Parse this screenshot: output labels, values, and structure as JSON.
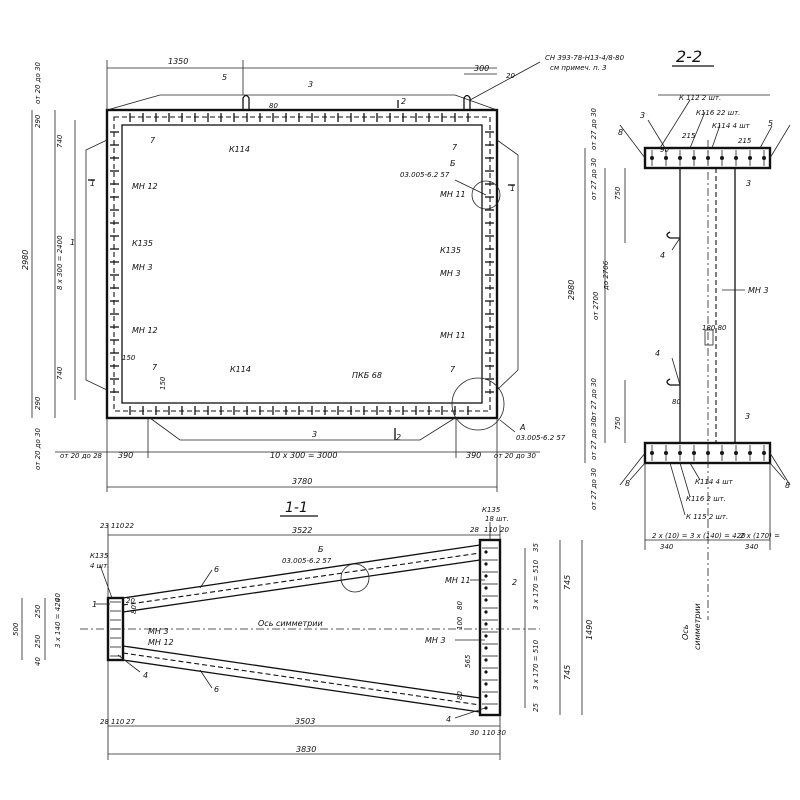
{
  "plan": {
    "dim_top_1350": "1350",
    "dim_top_300": "300",
    "mark_5": "5",
    "mark_3_top": "3",
    "mark_80": "80",
    "mark_2_top": "2",
    "mark_20": "20",
    "ref_note_1": "СН 393-78-Н13-4/8-80",
    "ref_note_2": "см примеч. п. 3",
    "mark_7_tl": "7",
    "mark_7_tr": "7",
    "label_k114_top": "К114",
    "label_b": "Б",
    "ref_b": "03.005-6.2 57",
    "label_mn11_top": "МН 11",
    "label_mn12_top": "МН 12",
    "label_k135_left": "К135",
    "label_mn3_left": "МН 3",
    "label_k135_right": "К135",
    "label_mn3_right": "МН 3",
    "label_mn12_bottom": "МН 12",
    "label_mn11_bottom": "МН 11",
    "mark_1_left": "1",
    "mark_1_right": "1",
    "mark_1_axis": "1",
    "mark_150_a": "150",
    "mark_150_b": "150",
    "mark_7_bl": "7",
    "label_k114_bottom": "К114",
    "label_pkb68": "ПКБ 68",
    "mark_7_br": "7",
    "label_a": "А",
    "ref_a": "03.005-6.2 57",
    "mark_3_bottom": "3",
    "mark_2_bottom": "2",
    "dim_left_20_30_top": "от 20 до 30",
    "dim_left_290": "290",
    "dim_left_740_top": "740",
    "dim_left_2980": "2980",
    "dim_left_8x300": "8 х 300 = 2400",
    "dim_left_740_bottom": "740",
    "dim_left_290_bottom": "290",
    "dim_left_20_30_bottom": "от 20 до 30",
    "dim_bottom_left": "от 20 до 28",
    "dim_bottom_390_l": "390",
    "dim_bottom_mid": "10 х 300 = 3000",
    "dim_bottom_390_r": "390",
    "dim_bottom_right": "от 20 до 30",
    "dim_bottom_total": "3780"
  },
  "section22": {
    "title": "2-2",
    "k112": "К 112 2 шт.",
    "k116": "К116 22 шт.",
    "k114": "К114 4 шт",
    "mark_3": "3",
    "mark_8_l": "8",
    "mark_5": "5",
    "dim_215_a": "215",
    "dim_215_b": "215",
    "dim_90": "90",
    "mark_3_mid": "3",
    "dim_27_30_a": "от 27 до 30",
    "dim_27_30_b": "от 27 до 30",
    "dim_750_top": "750",
    "mark_4_top": "4",
    "dim_2980": "2980",
    "dim_2700": "от 2700",
    "dim_2706": "до 2706",
    "label_mn3": "МН 3",
    "dim_180": "180 80",
    "mark_4_bottom": "4",
    "dim_27_30_c": "от 27 до 30",
    "dim_80": "80",
    "mark_3_bottom": "3",
    "dim_750_bottom": "750",
    "dim_27_30_d": "от 27 до 30",
    "mark_8_bl": "8",
    "mark_8_br": "8",
    "k114_b": "К114 4 шт",
    "k116_b": "К116 2 шт.",
    "k115_b": "К 115 2 шт.",
    "dim_bottom_a": "2 х (10) =",
    "dim_bottom_b": "3 х (140) = 420",
    "dim_bottom_c": "2 х (170) =",
    "dim_340_l": "340",
    "dim_340_r": "340",
    "dim_27_30_e": "от 27 до 30",
    "axis_label_1": "Ось",
    "axis_label_2": "симметрии"
  },
  "section11": {
    "title": "1-1",
    "dim_23": "23",
    "dim_110_top": "110",
    "dim_22": "22",
    "dim_3522": "3522",
    "dim_28_top": "28",
    "dim_110_top_r": "110",
    "dim_20_top": "20",
    "label_k135_tr": "К135",
    "label_k135_tr_qty": "18 шт.",
    "label_k135_tl": "К135",
    "label_k135_tl_qty": "4 шт.",
    "label_b": "Б",
    "ref_b": "03.005-6.2 57",
    "mark_6_top": "6",
    "label_mn11": "МН 11",
    "mark_2": "2",
    "dim_35": "35",
    "dim_3x170": "3 х 170 = 510",
    "dim_745_top": "745",
    "dim_1490": "1490",
    "axis_label": "Ось симметрии",
    "dim_500": "500",
    "dim_250_a": "250",
    "dim_250_b": "250",
    "dim_40_a": "40",
    "dim_40_b": "40",
    "dim_3x140": "3 х 140 = 420",
    "mark_1": "1",
    "dim_20": "20",
    "dim_80": "80",
    "label_mn3_l": "МН 3",
    "label_mn12": "МН 12",
    "label_mn3_r": "МН 3",
    "dim_100": "100",
    "dim_80_r": "80",
    "mark_4_l": "4",
    "dim_565": "565",
    "dim_3x170_b": "3 х 170 = 510",
    "dim_745_bottom": "745",
    "mark_6_bottom": "6",
    "mark_4_r": "4",
    "dim_80_b": "80",
    "dim_25": "25",
    "dim_28_bot": "28",
    "dim_110_bot": "110",
    "dim_27": "27",
    "dim_3503": "3503",
    "dim_30_b": "30",
    "dim_110_b": "110",
    "dim_30_c": "30",
    "dim_3830": "3830"
  }
}
